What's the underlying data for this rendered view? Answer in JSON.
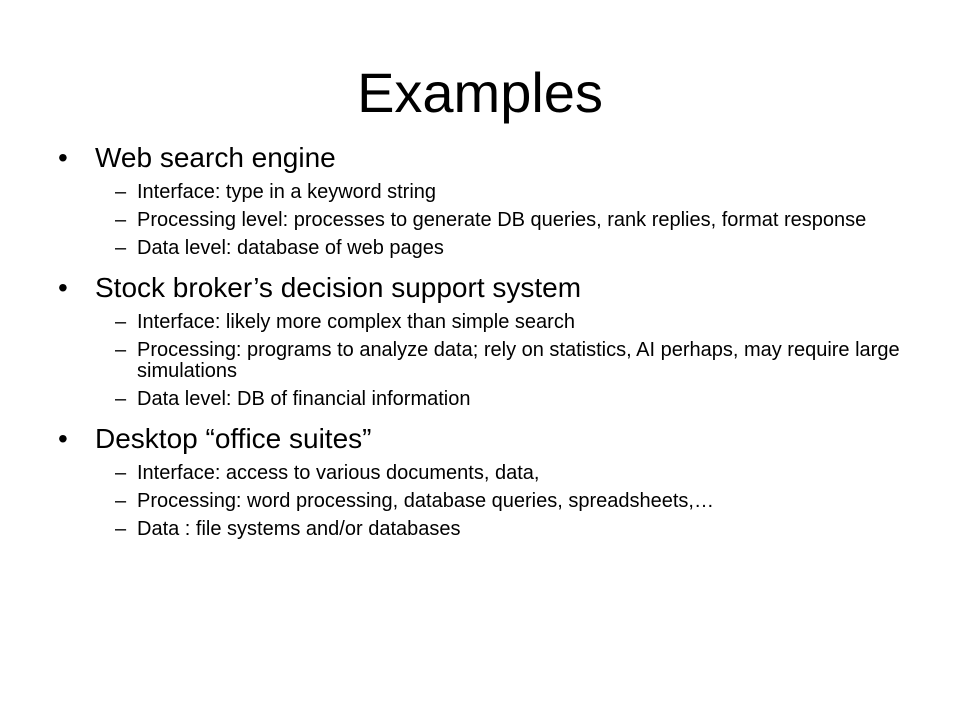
{
  "slide": {
    "title": "Examples",
    "bullets": [
      {
        "marker": "•",
        "text": "Web search engine",
        "subs": [
          {
            "marker": "–",
            "text": "Interface: type in a keyword string"
          },
          {
            "marker": "–",
            "text": "Processing level: processes to generate DB queries, rank replies, format response"
          },
          {
            "marker": "–",
            "text": "Data level: database of web pages"
          }
        ]
      },
      {
        "marker": "•",
        "text": "Stock broker’s decision support system",
        "subs": [
          {
            "marker": "–",
            "text": "Interface: likely more complex than simple search"
          },
          {
            "marker": "–",
            "text": "Processing: programs to analyze data; rely on statistics, AI perhaps, may require large simulations"
          },
          {
            "marker": "–",
            "text": "Data level: DB of financial information"
          }
        ]
      },
      {
        "marker": "•",
        "text": "Desktop “office suites”",
        "subs": [
          {
            "marker": "–",
            "text": "Interface: access to various documents, data,"
          },
          {
            "marker": "–",
            "text": "Processing:  word processing, database queries, spreadsheets,…"
          },
          {
            "marker": "–",
            "text": "Data :  file systems and/or databases"
          }
        ]
      }
    ]
  }
}
